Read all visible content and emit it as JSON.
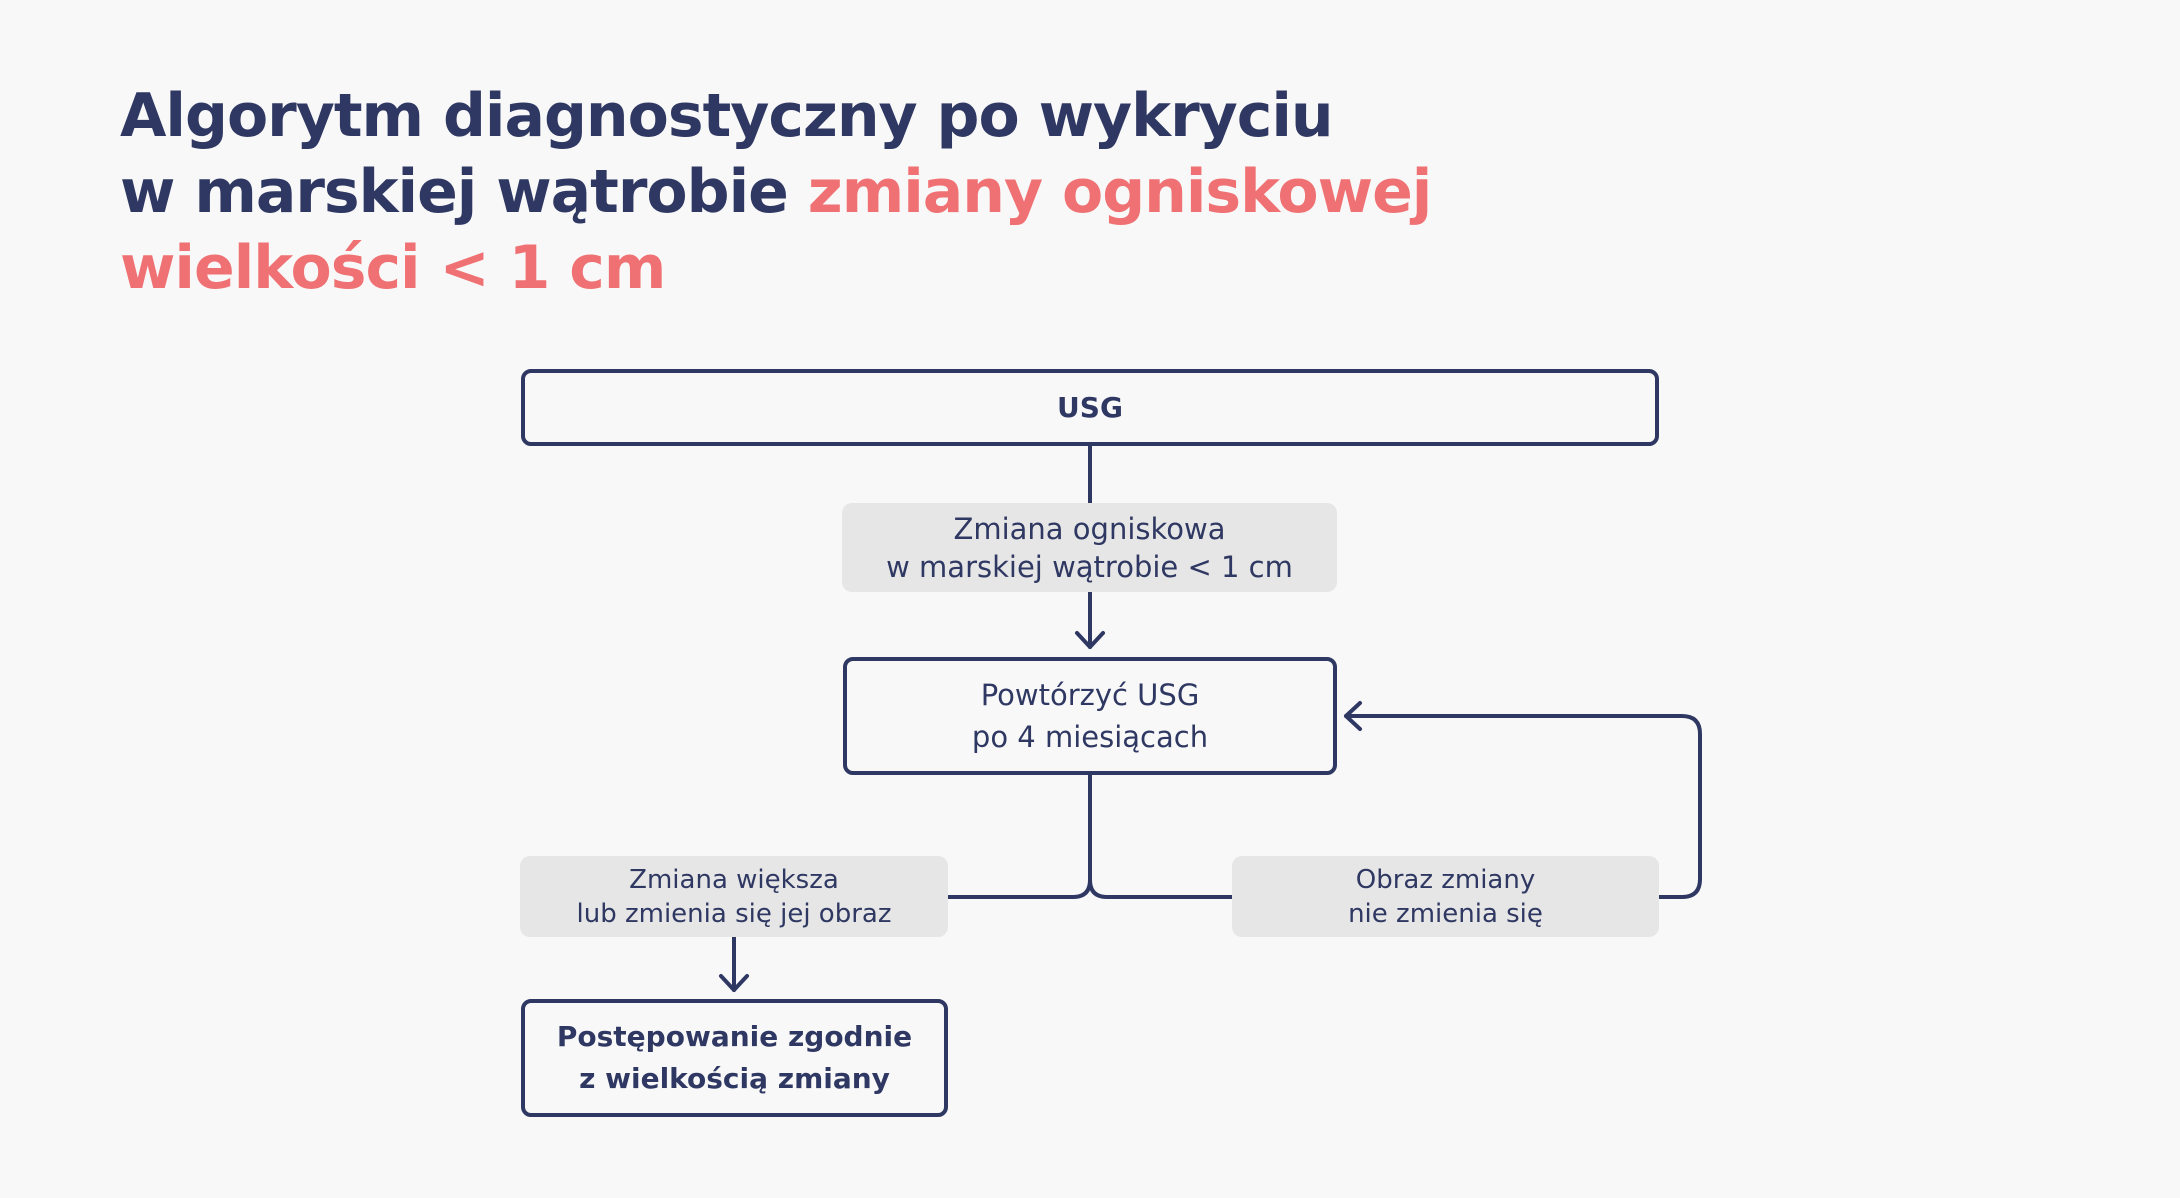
{
  "title": {
    "line1": "Algorytm diagnostyczny po wykryciu",
    "line2_plain": "w marskiej wątrobie ",
    "line2_accent": "zmiany ogniskowej",
    "line3_accent": "wielkości < 1 cm"
  },
  "colors": {
    "primary": "#2F3862",
    "accent": "#F07173",
    "background": "#F8F8F8",
    "label_bg": "#E6E6E6"
  },
  "flowchart": {
    "start": {
      "text": "USG"
    },
    "condition1": {
      "line1": "Zmiana ogniskowa",
      "line2": "w marskiej wątrobie < 1 cm"
    },
    "repeat": {
      "line1": "Powtórzyć USG",
      "line2": "po 4 miesiącach"
    },
    "branch_left": {
      "line1": "Zmiana większa",
      "line2": "lub zmienia się jej obraz"
    },
    "branch_right": {
      "line1": "Obraz zmiany",
      "line2": "nie zmienia się"
    },
    "outcome": {
      "line1": "Postępowanie zgodnie",
      "line2": "z wielkością zmiany"
    }
  }
}
